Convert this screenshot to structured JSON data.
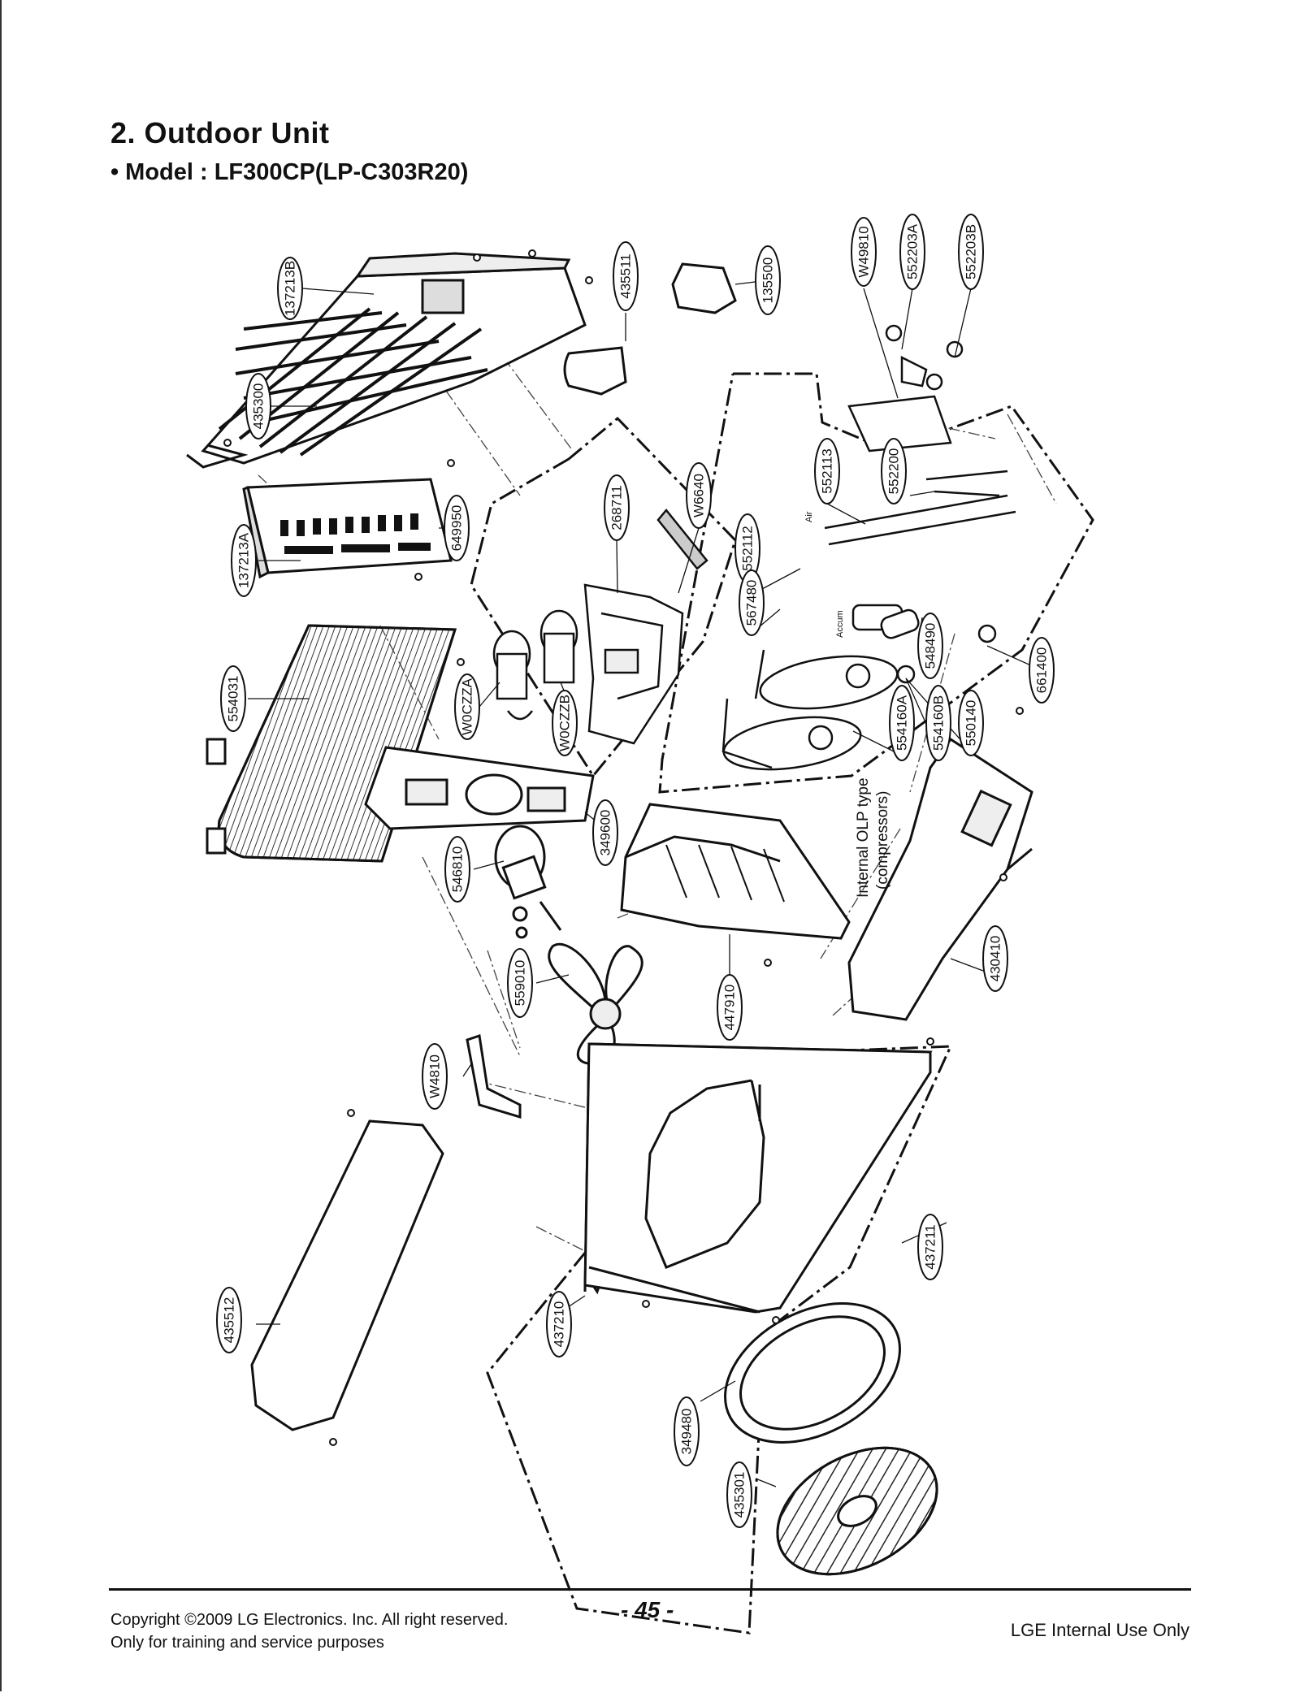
{
  "header": {
    "title": "2. Outdoor Unit",
    "subtitle_bullet": "•",
    "subtitle": "Model : LF300CP(LP-C303R20)"
  },
  "labels": {
    "l137213B": "137213B",
    "l435511": "435511",
    "l135500": "135500",
    "lW49810": "W49810",
    "l552203A": "552203A",
    "l552203B": "552203B",
    "l435300": "435300",
    "l552113": "552113",
    "l552200": "552200",
    "lW6640": "W6640",
    "l268711": "268711",
    "l552112": "552112",
    "l649950": "649950",
    "l137213A": "137213A",
    "l567480": "567480",
    "l548490": "548490",
    "l661400": "661400",
    "l554031": "554031",
    "lW0CZZA": "W0CZZA",
    "lW0CZZB": "W0CZZB",
    "l554160A": "554160A",
    "l554160B": "554160B",
    "l550140": "550140",
    "l349600": "349600",
    "l546810": "546810",
    "l430410": "430410",
    "l559010": "559010",
    "l447910": "447910",
    "lW4810": "W4810",
    "l437211": "437211",
    "l437210": "437210",
    "l435512": "435512",
    "l349480": "349480",
    "l435301": "435301"
  },
  "notes": {
    "olp_line1": "Internal OLP type",
    "olp_line2": "(compressors)",
    "air": "Air",
    "accum": "Accum"
  },
  "footer": {
    "copyright_line1": "Copyright ©2009 LG Electronics. Inc. All right reserved.",
    "copyright_line2": "Only for training and service purposes",
    "page_number": "- 45 -",
    "internal_use": "LGE Internal Use Only"
  }
}
